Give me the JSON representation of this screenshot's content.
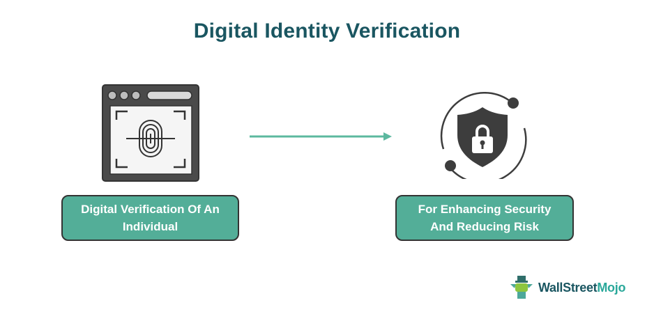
{
  "title": "Digital Identity Verification",
  "colors": {
    "title": "#1a5661",
    "box_fill": "#53ae98",
    "arrow": "#5cb89f",
    "icon_dark": "#3d3d3d"
  },
  "nodes": [
    {
      "icon": "browser-fingerprint-icon",
      "label_line1": "Digital Verification Of An",
      "label_line2": "Individual"
    },
    {
      "icon": "shield-lock-icon",
      "label_line1": "For Enhancing  Security",
      "label_line2": "And Reducing Risk"
    }
  ],
  "edges": [
    {
      "from": 0,
      "to": 1,
      "style": "arrow"
    }
  ],
  "brand": {
    "part1": "WallStreet",
    "part2": "Mojo"
  }
}
